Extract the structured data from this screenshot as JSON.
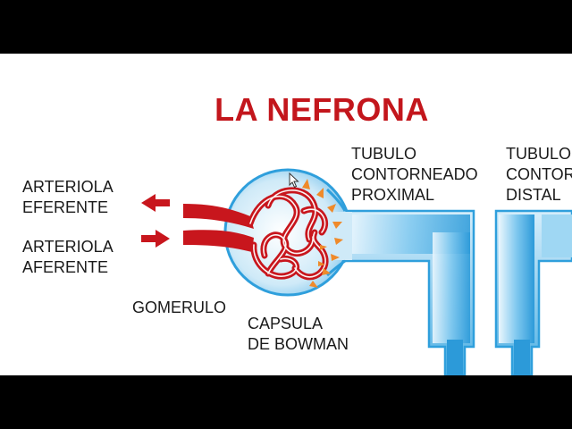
{
  "title": "LA NEFRONA",
  "labels": {
    "arteriola_eferente": [
      "ARTERIOLA",
      "EFERENTE"
    ],
    "arteriola_aferente": [
      "ARTERIOLA",
      "AFERENTE"
    ],
    "gomerulo": "GOMERULO",
    "capsula": [
      "CAPSULA",
      "DE BOWMAN"
    ],
    "tubulo_proximal": [
      "TUBULO",
      "CONTORNEADO",
      "PROXIMAL"
    ],
    "tubulo_distal": [
      "TUBULO",
      "CONTOR",
      "DISTAL"
    ]
  },
  "colors": {
    "title": "#c3161c",
    "vessel": "#c8161d",
    "capsule_edge": "#2f9fdc",
    "capsule_fill": "#bfe3f6",
    "filtrate_arrow": "#ef8a2a",
    "background": "#ffffff",
    "letterbox": "#000000"
  },
  "icons": {
    "cursor": "mouse-pointer-icon",
    "flow_out": "arrow-left-icon",
    "flow_in": "arrow-right-icon"
  }
}
